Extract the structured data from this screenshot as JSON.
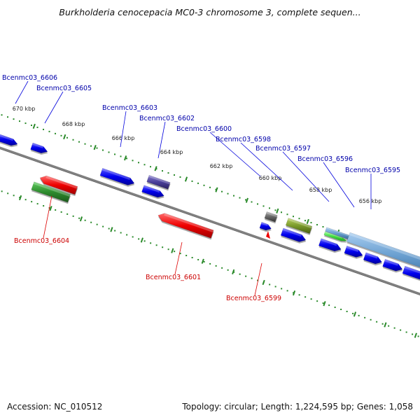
{
  "title": "Burkholderia cenocepacia MC0-3 chromosome 3, complete sequen...",
  "footer": {
    "accession": "Accession: NC_010512",
    "summary": "Topology: circular; Length: 1,224,595 bp; Genes: 1,058"
  },
  "colors": {
    "forward_gene": "#0000ee",
    "reverse_gene": "#ee0000",
    "backbone": "#808080",
    "tick": "#2a8a2a",
    "forward_label": "#0000aa",
    "reverse_label": "#cc0000",
    "feature_purple": "#4a3f9a",
    "feature_green": "#2e8b2e",
    "feature_olive": "#7a9a2a",
    "feature_gray": "#666666",
    "feature_steelblue": "#6a9fd0",
    "feature_lightgreen": "#44dd44"
  },
  "scale_labels": [
    "670 kbp",
    "668 kbp",
    "666 kbp",
    "664 kbp",
    "662 kbp",
    "660 kbp",
    "658 kbp",
    "656 kbp"
  ],
  "forward_labels": [
    "Bcenmc03_6606",
    "Bcenmc03_6605",
    "Bcenmc03_6603",
    "Bcenmc03_6602",
    "Bcenmc03_6600",
    "Bcenmc03_6598",
    "Bcenmc03_6597",
    "Bcenmc03_6596",
    "Bcenmc03_6595"
  ],
  "reverse_labels": [
    "Bcenmc03_6604",
    "Bcenmc03_6601",
    "Bcenmc03_6599"
  ]
}
